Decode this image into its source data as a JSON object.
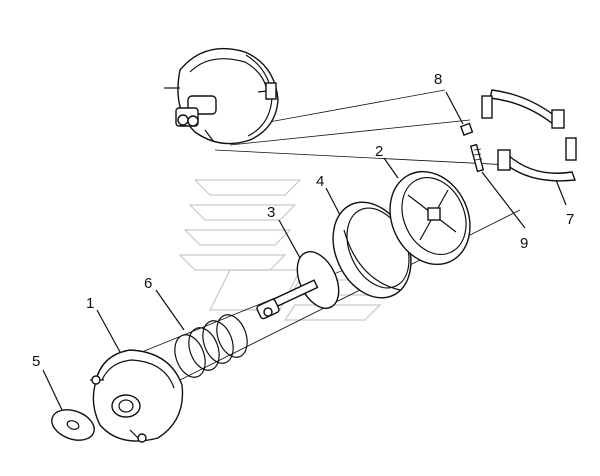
{
  "callouts": {
    "n1": "1",
    "n2": "2",
    "n3": "3",
    "n4": "4",
    "n5": "5",
    "n6": "6",
    "n7": "7",
    "n8": "8",
    "n9": "9"
  },
  "colors": {
    "line": "#111111",
    "background": "#ffffff",
    "watermark": "#c9c9c9"
  }
}
